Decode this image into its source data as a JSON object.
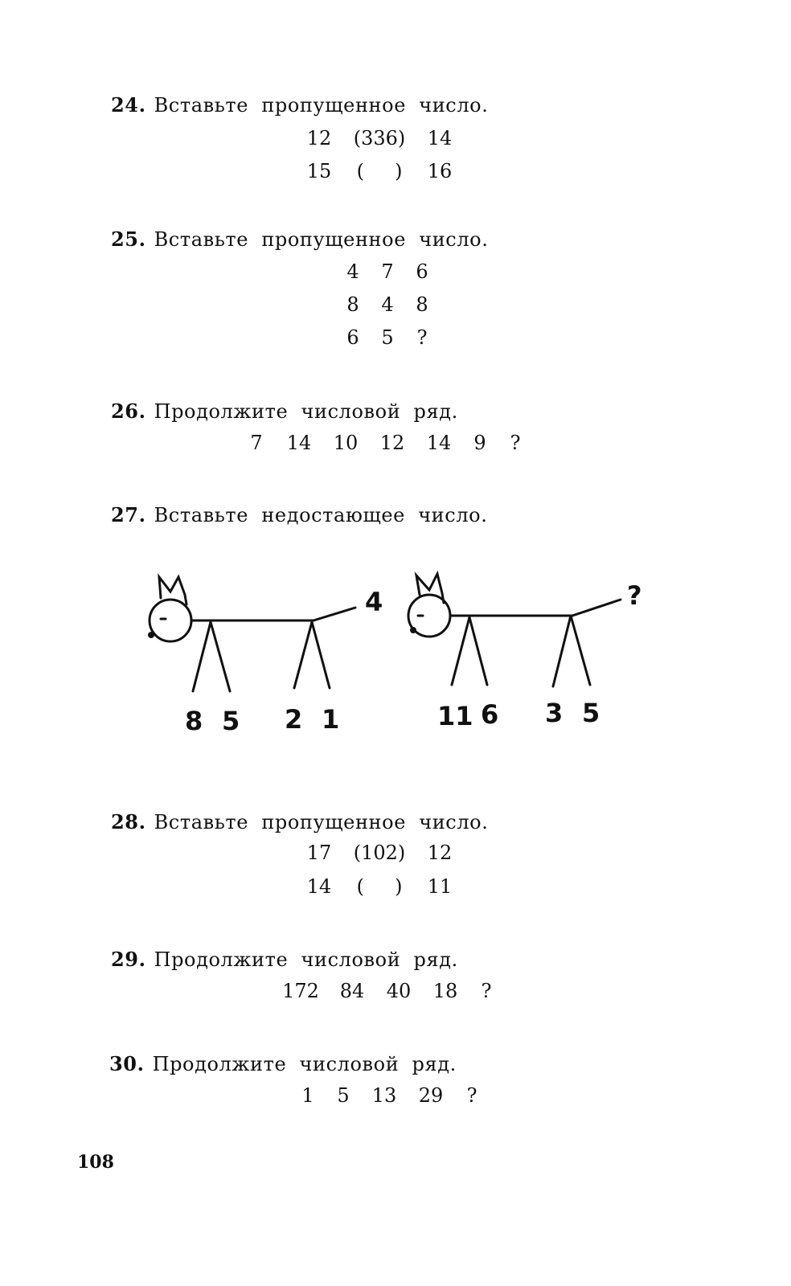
{
  "questions": [
    {
      "number": "24.",
      "text": "Вставьте пропущенное число.",
      "rows": [
        [
          "12",
          "(336)",
          "14"
        ],
        [
          "15",
          "(     )",
          "16"
        ]
      ]
    },
    {
      "number": "25.",
      "text": "Вставьте пропущенное число.",
      "rows": [
        [
          "4",
          "7",
          "6"
        ],
        [
          "8",
          "4",
          "8"
        ],
        [
          "6",
          "5",
          "?"
        ]
      ]
    },
    {
      "number": "26.",
      "text": "Продолжите числовой ряд.",
      "series": [
        "7",
        "14",
        "10",
        "12",
        "14",
        "9",
        "?"
      ]
    },
    {
      "number": "27.",
      "text": "Вставьте недостающее число.",
      "figures": [
        {
          "tail": "4",
          "legs": [
            "8",
            "5",
            "2",
            "1"
          ]
        },
        {
          "tail": "?",
          "legs": [
            "11",
            "6",
            "3",
            "5"
          ]
        }
      ]
    },
    {
      "number": "28.",
      "text": "Вставьте пропущенное число.",
      "rows": [
        [
          "17",
          "(102)",
          "12"
        ],
        [
          "14",
          "(     )",
          "11"
        ]
      ]
    },
    {
      "number": "29.",
      "text": "Продолжите числовой ряд.",
      "series": [
        "172",
        "84",
        "40",
        "18",
        "?"
      ]
    },
    {
      "number": "30.",
      "text": "Продолжите числовой ряд.",
      "series": [
        "1",
        "5",
        "13",
        "29",
        "?"
      ]
    }
  ],
  "page_number": "108"
}
